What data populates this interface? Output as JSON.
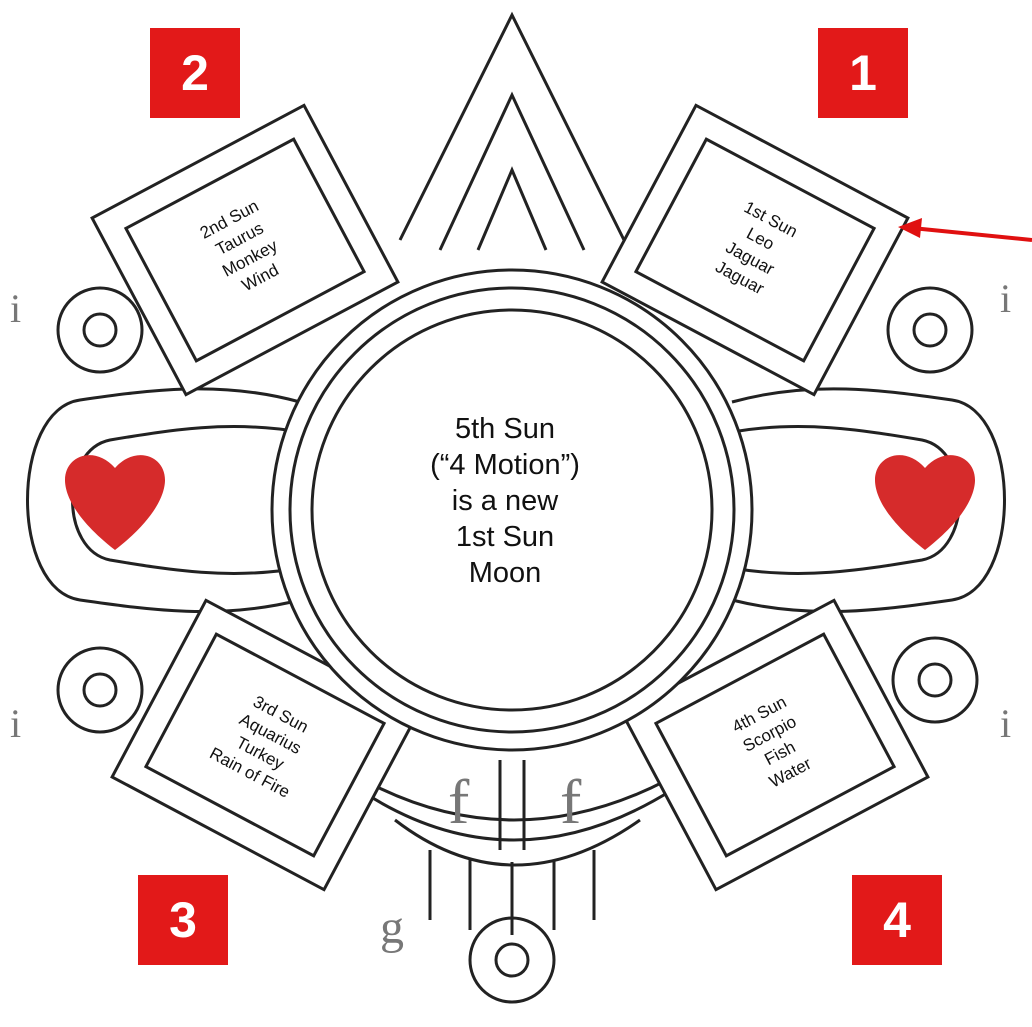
{
  "badges": [
    "1",
    "2",
    "3",
    "4"
  ],
  "boxes": {
    "sun1": [
      "1st Sun",
      "Leo",
      "Jaguar",
      "Jaguar"
    ],
    "sun2": [
      "2nd Sun",
      "Taurus",
      "Monkey",
      "Wind"
    ],
    "sun3": [
      "3rd Sun",
      "Aquarius",
      "Turkey",
      "Rain of Fire"
    ],
    "sun4": [
      "4th Sun",
      "Scorpio",
      "Fish",
      "Water"
    ]
  },
  "center": [
    "5th Sun",
    "(“4 Motion”)",
    "is a new",
    "1st Sun",
    "Moon"
  ],
  "glyphs": {
    "i_letter": "i",
    "f_letter": "f",
    "g_letter": "g"
  },
  "colors": {
    "badge": "#e21919",
    "heart": "#d62b2b",
    "arrow": "#e01010",
    "line": "#222222"
  }
}
